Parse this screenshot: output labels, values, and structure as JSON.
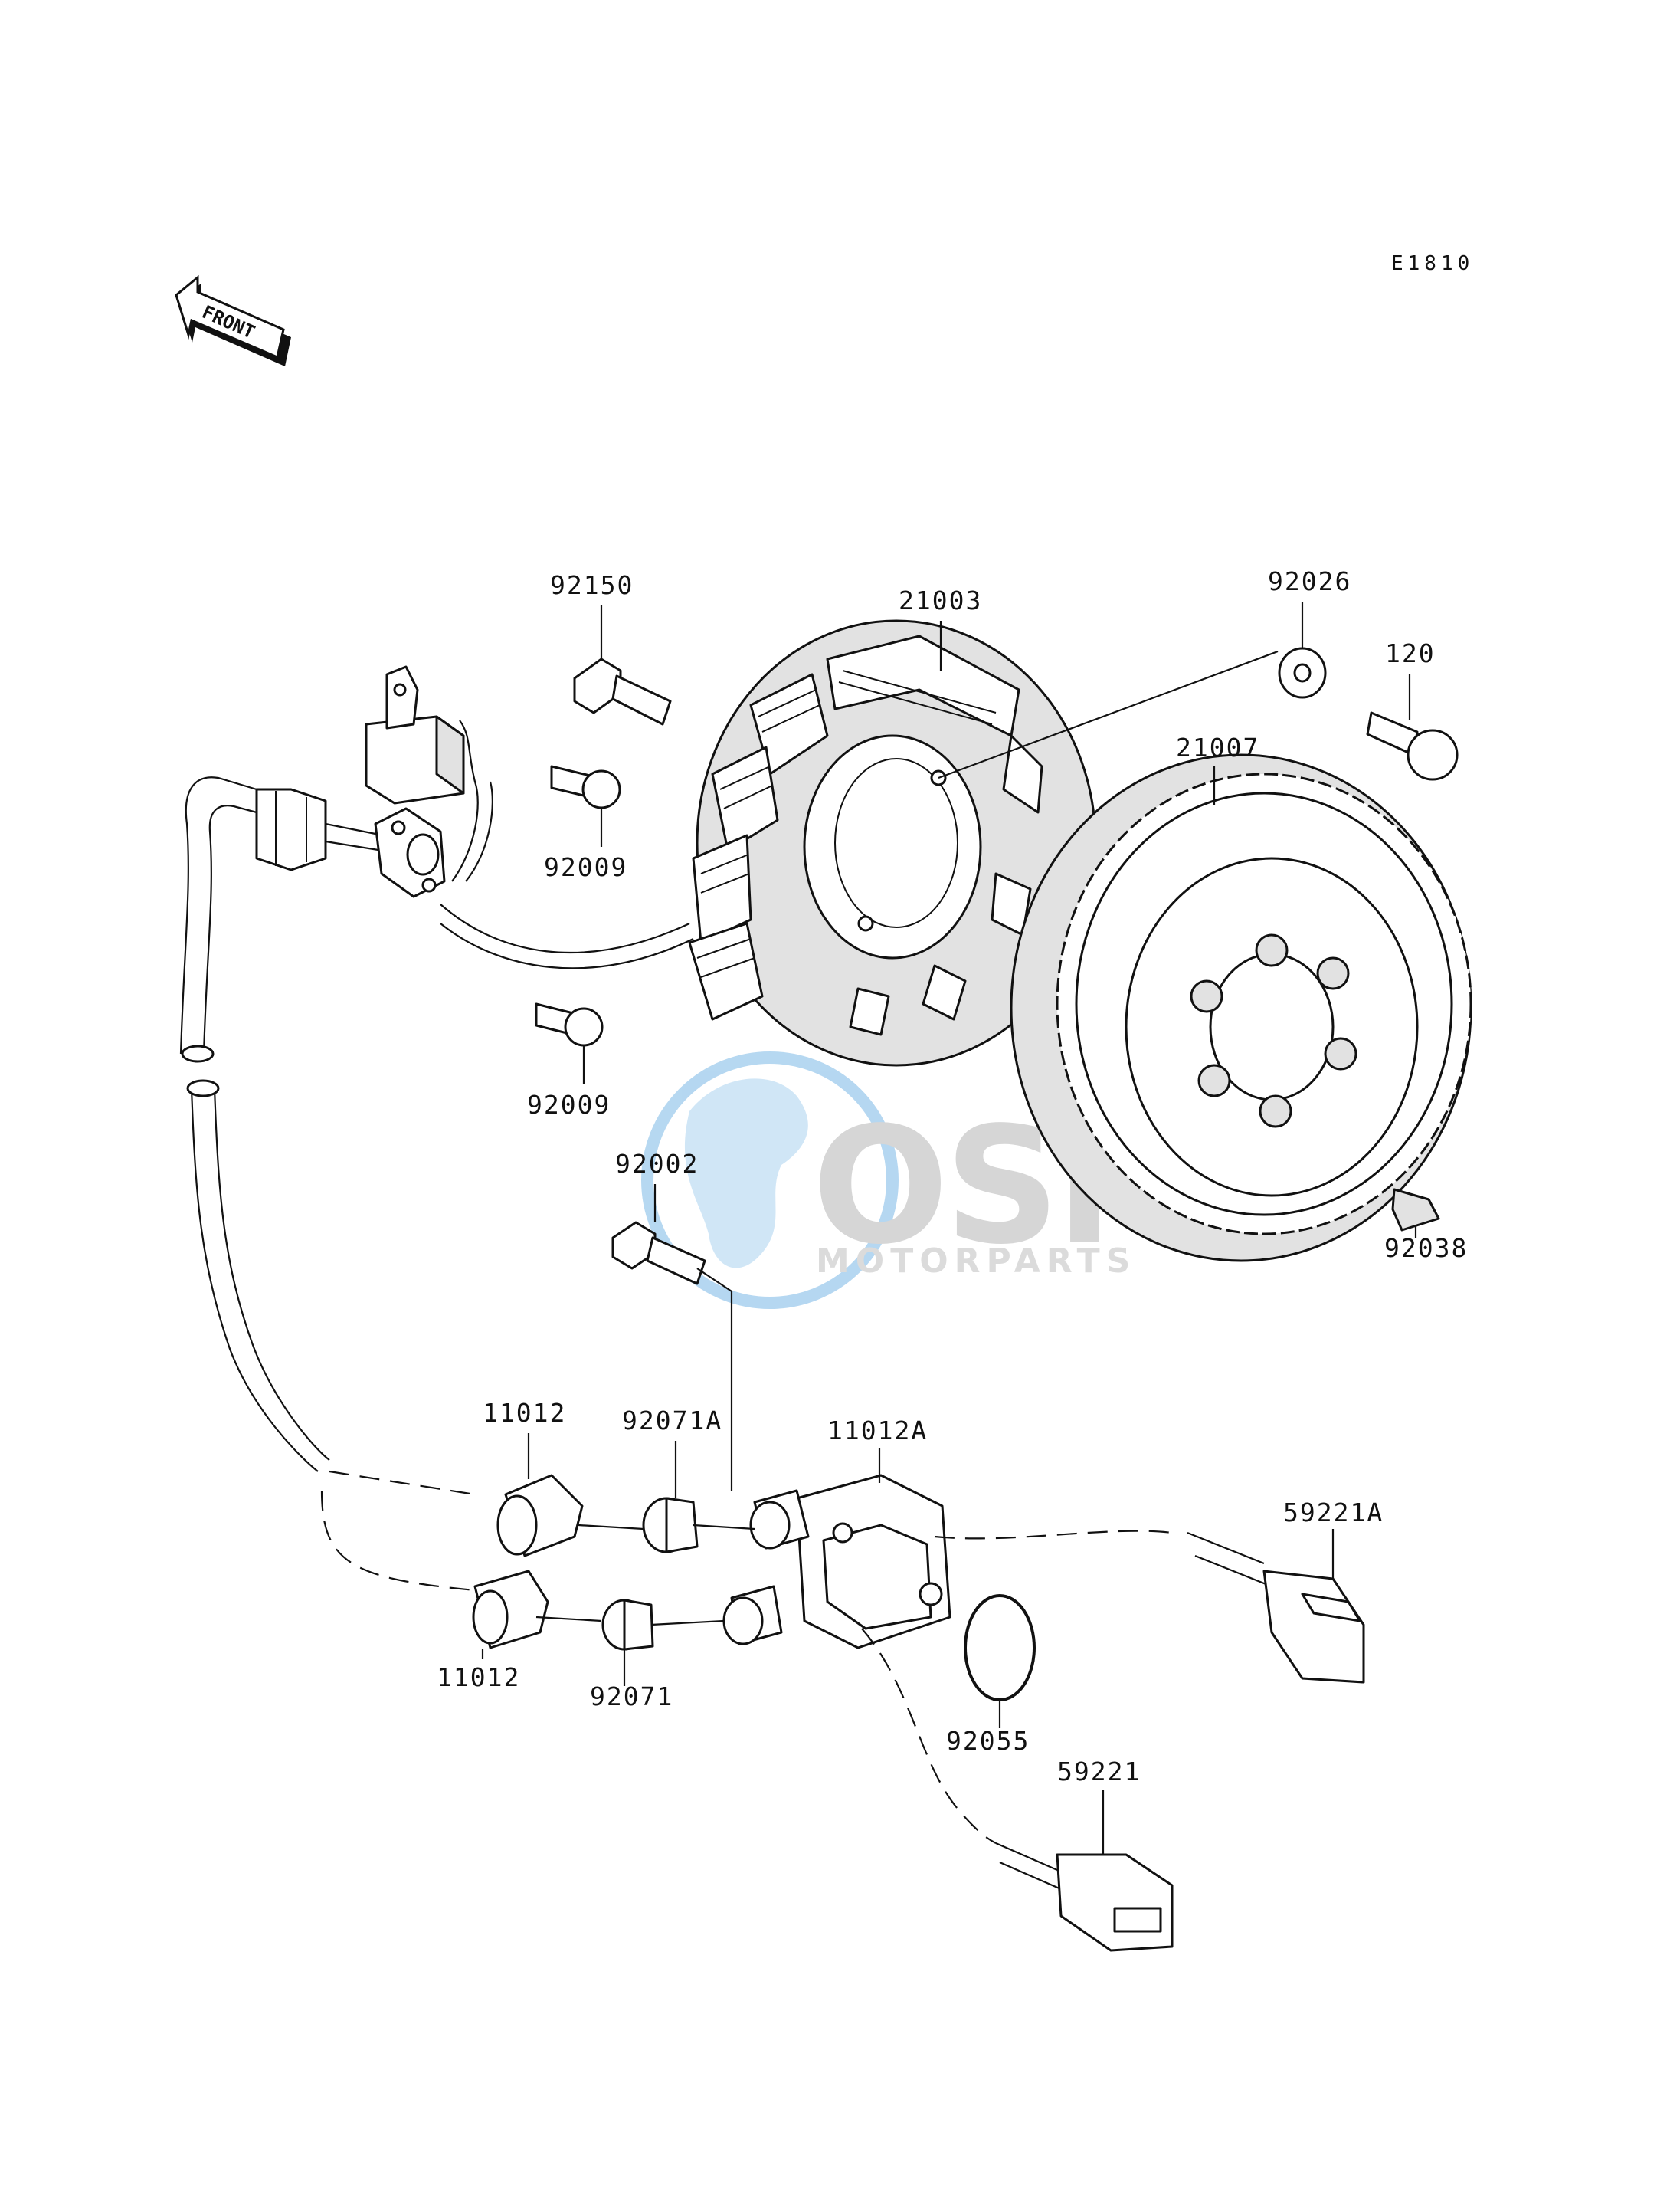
{
  "diagram_code": "E1810",
  "front_indicator": "FRONT",
  "watermark": {
    "brand": "OSM",
    "tagline": "MOTORPARTS"
  },
  "colors": {
    "ink": "#111111",
    "watermark_blue": "#2f8fd8",
    "watermark_gray": "#9a9a9a"
  },
  "parts": [
    {
      "id": "92150",
      "label": "92150"
    },
    {
      "id": "21003",
      "label": "21003"
    },
    {
      "id": "92026",
      "label": "92026"
    },
    {
      "id": "120",
      "label": "120"
    },
    {
      "id": "21007",
      "label": "21007"
    },
    {
      "id": "92009-top",
      "label": "92009"
    },
    {
      "id": "92009-bottom",
      "label": "92009"
    },
    {
      "id": "92002",
      "label": "92002"
    },
    {
      "id": "92038",
      "label": "92038"
    },
    {
      "id": "11012-top",
      "label": "11012"
    },
    {
      "id": "92071A",
      "label": "92071A"
    },
    {
      "id": "11012A",
      "label": "11012A"
    },
    {
      "id": "59221A",
      "label": "59221A"
    },
    {
      "id": "11012-bottom",
      "label": "11012"
    },
    {
      "id": "92071",
      "label": "92071"
    },
    {
      "id": "92055",
      "label": "92055"
    },
    {
      "id": "59221",
      "label": "59221"
    }
  ]
}
